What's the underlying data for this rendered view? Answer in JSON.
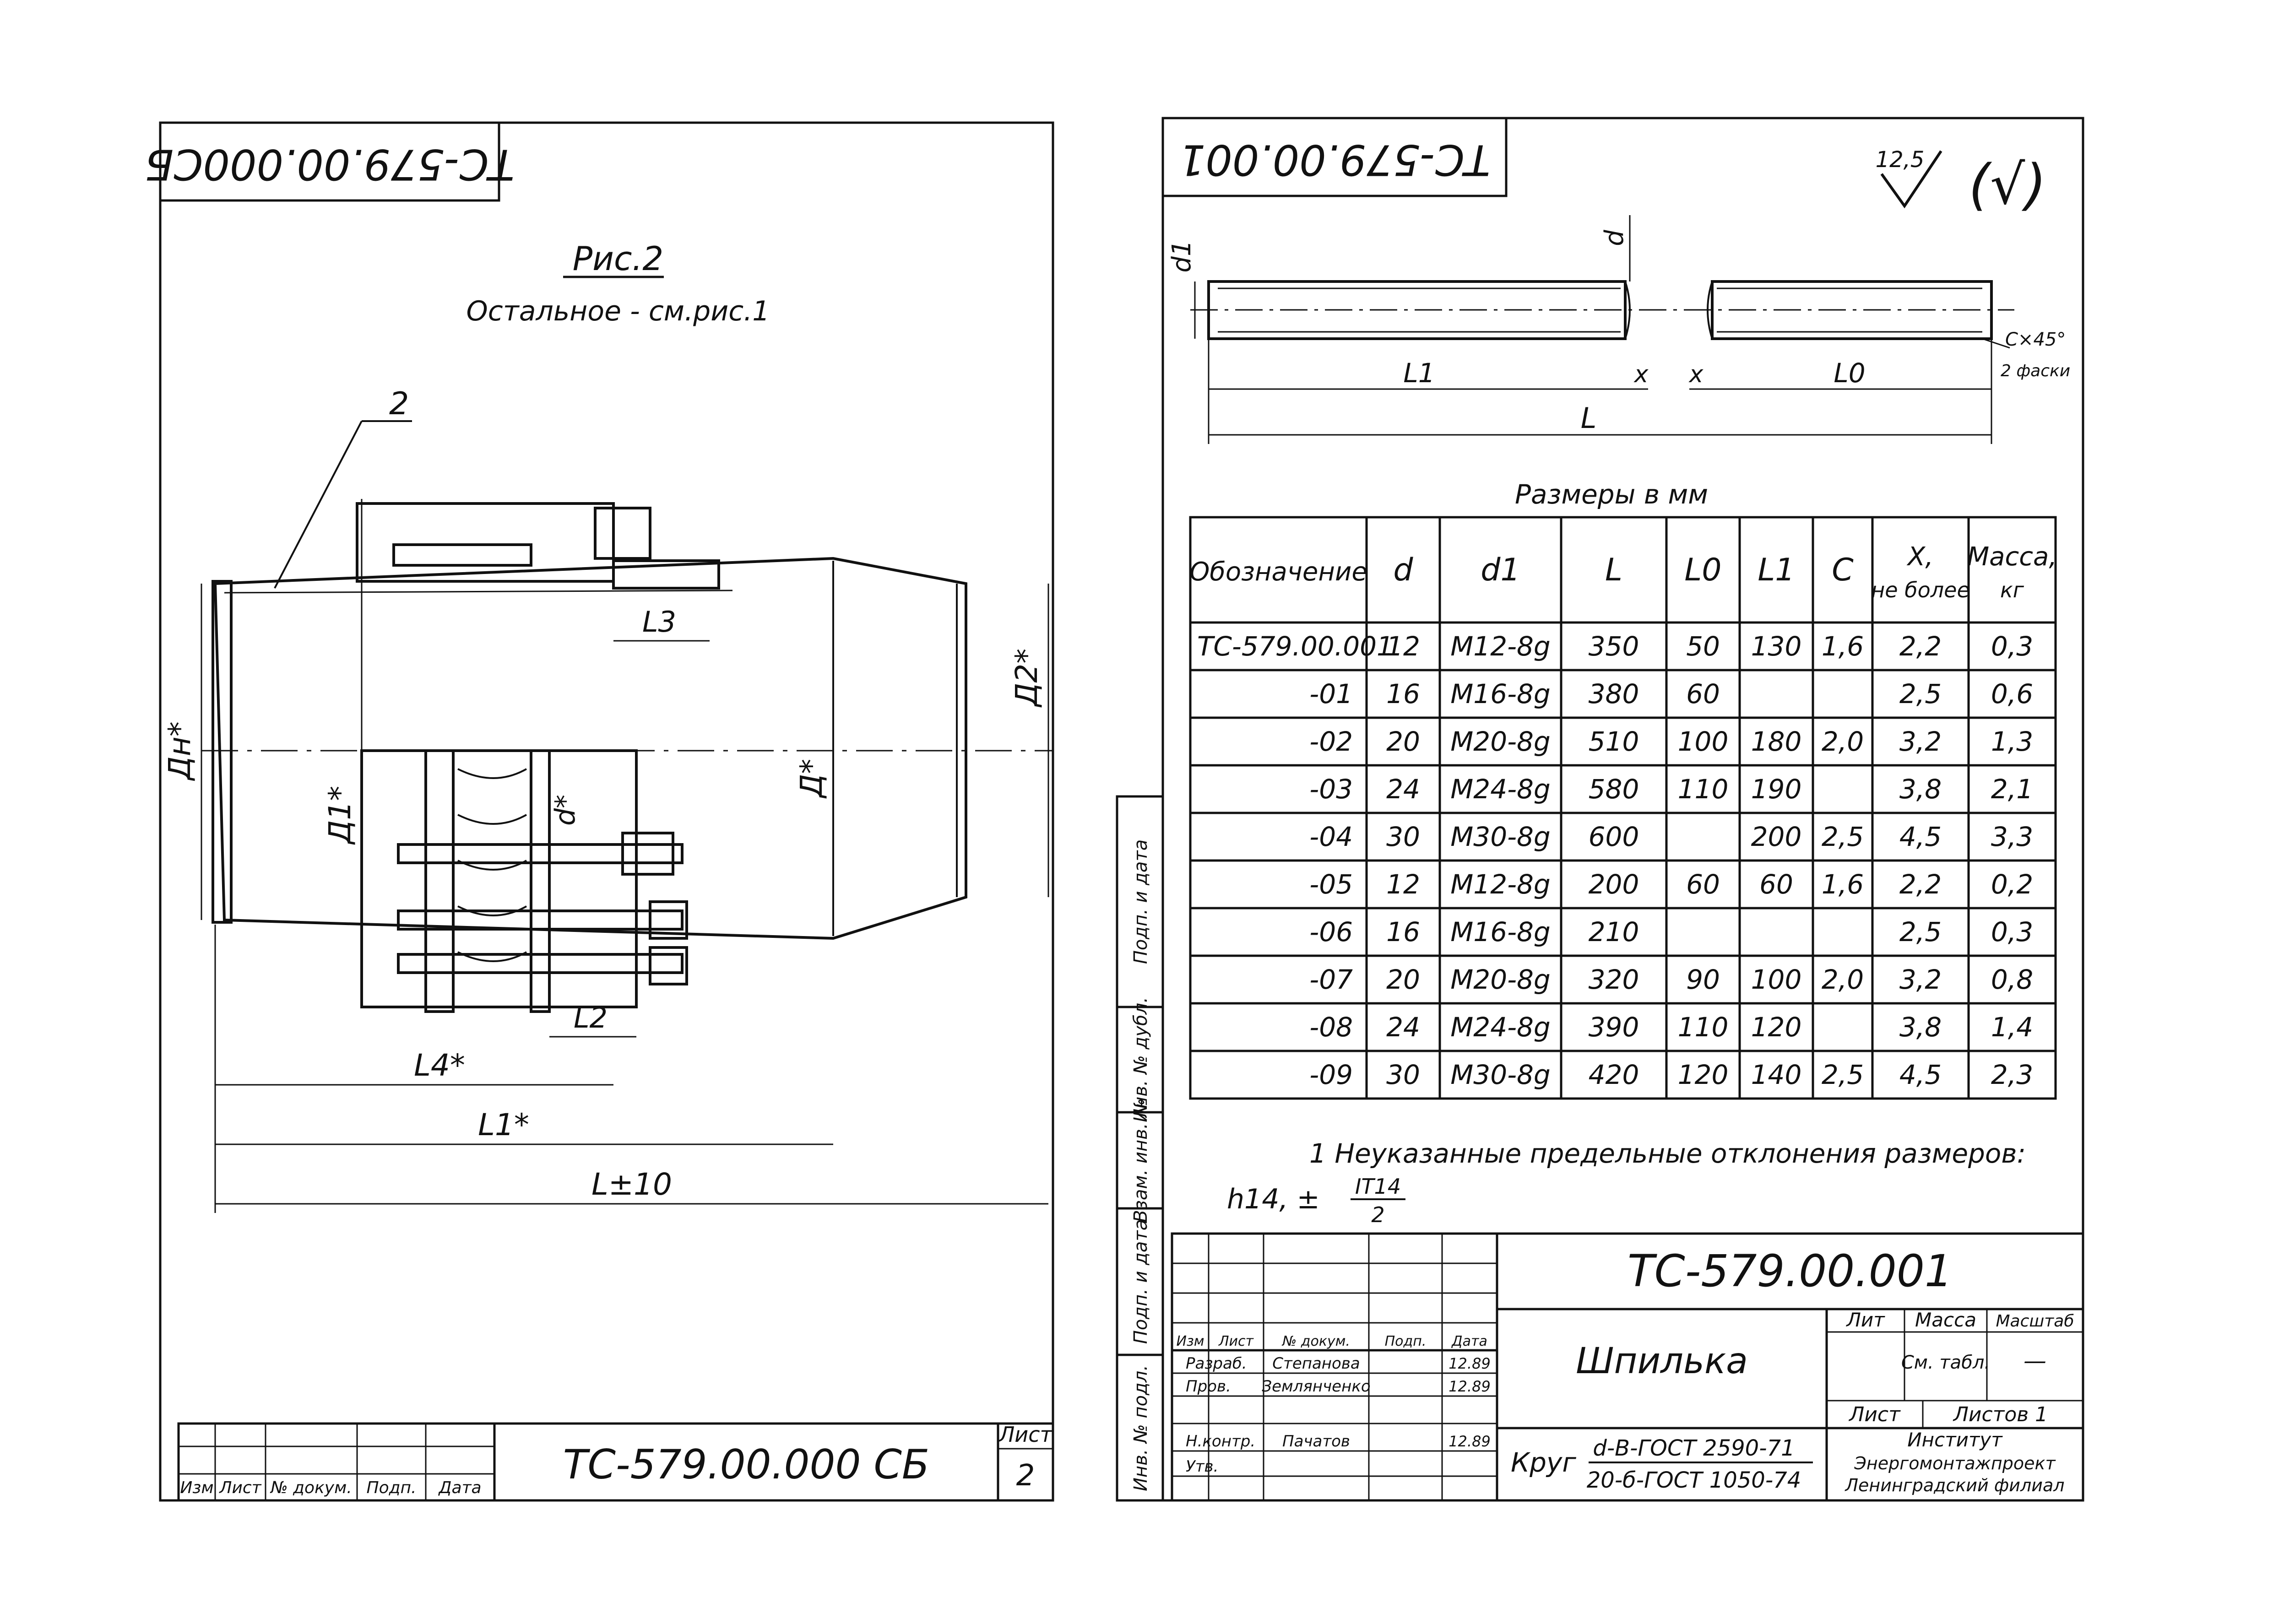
{
  "sheet1": {
    "stamp_rotated": "ТС-579.00.000СБ",
    "fig_title": "Рис.2",
    "fig_subtitle": "Остальное - см.рис.1",
    "labels": {
      "item": "2",
      "dn": "Дн*",
      "d1": "Д1*",
      "d": "Д*",
      "d2": "Д2*",
      "l3": "L3",
      "dstar": "d*",
      "l2": "L2",
      "l4": "L4*",
      "l1": "L1*",
      "l": "L±10"
    },
    "title_block": {
      "code": "ТС-579.00.000 СБ",
      "sheet_label": "Лист",
      "sheet_no": "2",
      "cols": [
        "Изм",
        "Лист",
        "№ докум.",
        "Подп.",
        "Дата"
      ]
    }
  },
  "sheet2": {
    "stamp_rotated": "ТС-579.00.001",
    "roughness": "12,5",
    "roughness_extra": "(√)",
    "part_labels": {
      "d1": "d1",
      "d": "d",
      "l1": "L1",
      "x1": "x",
      "x2": "x",
      "l0": "L0",
      "l": "L",
      "chamfer": "С×45°",
      "chamfer_note": "2 фаски"
    },
    "table_caption": "Размеры в мм",
    "table": {
      "headers": [
        "Обозначение",
        "d",
        "d1",
        "L",
        "L0",
        "L1",
        "C",
        "X, не более",
        "Масса, кг"
      ],
      "rows": [
        [
          "ТС-579.00.001",
          "12",
          "М12-8g",
          "350",
          "50",
          "130",
          "1,6",
          "2,2",
          "0,3"
        ],
        [
          "-01",
          "16",
          "М16-8g",
          "380",
          "60",
          "",
          "",
          "2,5",
          "0,6"
        ],
        [
          "-02",
          "20",
          "М20-8g",
          "510",
          "100",
          "180",
          "2,0",
          "3,2",
          "1,3"
        ],
        [
          "-03",
          "24",
          "М24-8g",
          "580",
          "110",
          "190",
          "",
          "3,8",
          "2,1"
        ],
        [
          "-04",
          "30",
          "М30-8g",
          "600",
          "",
          "200",
          "2,5",
          "4,5",
          "3,3"
        ],
        [
          "-05",
          "12",
          "М12-8g",
          "200",
          "60",
          "60",
          "1,6",
          "2,2",
          "0,2"
        ],
        [
          "-06",
          "16",
          "М16-8g",
          "210",
          "",
          "",
          "",
          "2,5",
          "0,3"
        ],
        [
          "-07",
          "20",
          "М20-8g",
          "320",
          "90",
          "100",
          "2,0",
          "3,2",
          "0,8"
        ],
        [
          "-08",
          "24",
          "М24-8g",
          "390",
          "110",
          "120",
          "",
          "3,8",
          "1,4"
        ],
        [
          "-09",
          "30",
          "М30-8g",
          "420",
          "120",
          "140",
          "2,5",
          "4,5",
          "2,3"
        ]
      ]
    },
    "note_line1": "1 Неуказанные предельные отклонения размеров:",
    "note_line2": "h14, ±",
    "note_frac_num": "IT14",
    "note_frac_den": "2",
    "side_strip": [
      "Подп. и дата",
      "Инв. № дубл.",
      "Взам. инв. №",
      "Подп. и дата",
      "Инв. № подл."
    ],
    "title_block": {
      "code": "ТС-579.00.001",
      "name": "Шпилька",
      "lit": "Лит",
      "mass": "Масса",
      "scale": "Масштаб",
      "mass_val": "См. табл.",
      "scale_val": "—",
      "sheet": "Лист",
      "sheets": "Листов 1",
      "material_word": "Круг",
      "material_top": "d-В-ГОСТ 2590-71",
      "material_bot": "20-б-ГОСТ 1050-74",
      "org1": "Институт",
      "org2": "Энергомонтажпроект",
      "org3": "Ленинградский филиал",
      "cols": [
        "Изм",
        "Лист",
        "№ докум.",
        "Подп.",
        "Дата"
      ],
      "roles": [
        {
          "role": "Разраб.",
          "name": "Степанова",
          "date": "12.89"
        },
        {
          "role": "Пров.",
          "name": "Землянченко",
          "date": "12.89"
        },
        {
          "role": "Н.контр.",
          "name": "Пачатов",
          "date": "12.89"
        },
        {
          "role": "Утв.",
          "name": "",
          "date": ""
        }
      ]
    }
  }
}
